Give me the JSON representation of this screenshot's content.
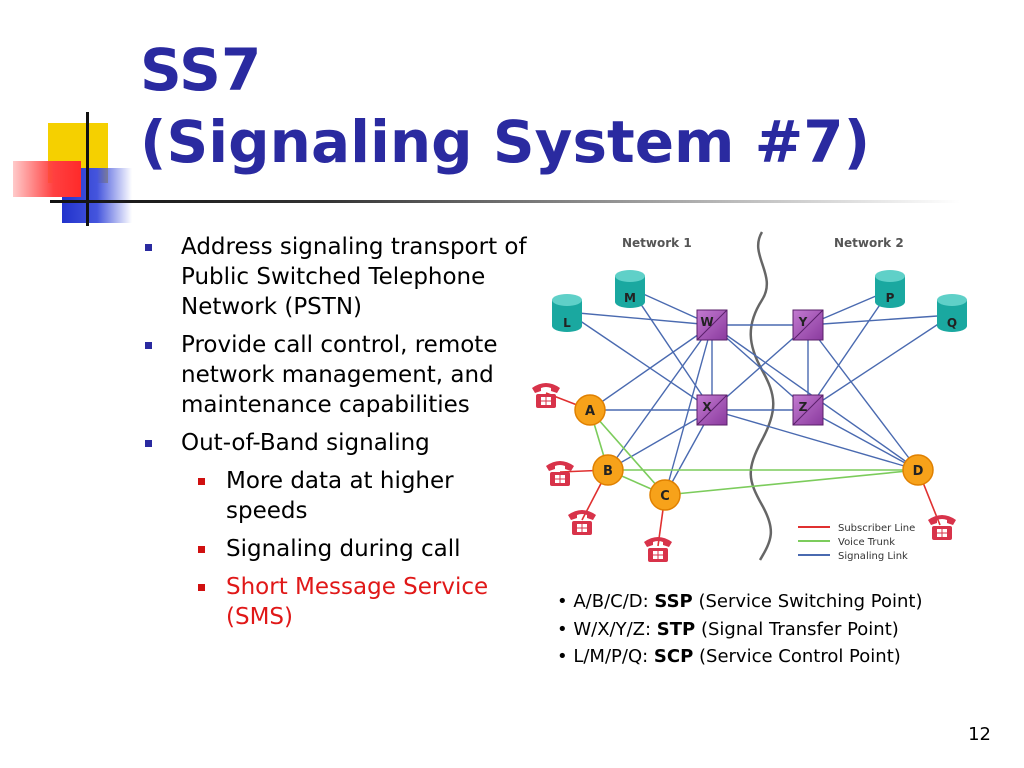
{
  "slide": {
    "title_line1": "SS7",
    "title_line2": "(Signaling System #7)",
    "page_number": "12"
  },
  "bullets": [
    {
      "text": "Address signaling transport of Public Switched Telephone Network (PSTN)"
    },
    {
      "text": "Provide call control, remote network management, and maintenance capabilities"
    },
    {
      "text": "Out-of-Band signaling"
    }
  ],
  "sub_bullets": [
    {
      "text": "More data at higher speeds"
    },
    {
      "text": "Signaling during call"
    },
    {
      "text": "Short Message Service (SMS)"
    }
  ],
  "diagram": {
    "network1_label": "Network 1",
    "network2_label": "Network 2",
    "nodes": {
      "ssp": [
        "A",
        "B",
        "C",
        "D"
      ],
      "stp": [
        "W",
        "X",
        "Y",
        "Z"
      ],
      "scp": [
        "L",
        "M",
        "P",
        "Q"
      ]
    },
    "legend": {
      "subscriber_line": "Subscriber Line",
      "voice_trunk": "Voice Trunk",
      "signaling_link": "Signaling Link"
    },
    "colors": {
      "subscriber_line": "#e03030",
      "voice_trunk": "#7ccc5c",
      "signaling_link": "#4a6ab0",
      "ssp": "#f7a21a",
      "stp": "#a24fb6",
      "scp": "#1aa8a0",
      "phone": "#d8334a"
    }
  },
  "definitions": [
    {
      "prefix": "A/B/C/D: ",
      "term": "SSP",
      "desc": " (Service Switching Point)"
    },
    {
      "prefix": "W/X/Y/Z: ",
      "term": "STP",
      "desc": " (Signal Transfer Point)"
    },
    {
      "prefix": "L/M/P/Q: ",
      "term": "SCP",
      "desc": " (Service Control Point)"
    }
  ]
}
